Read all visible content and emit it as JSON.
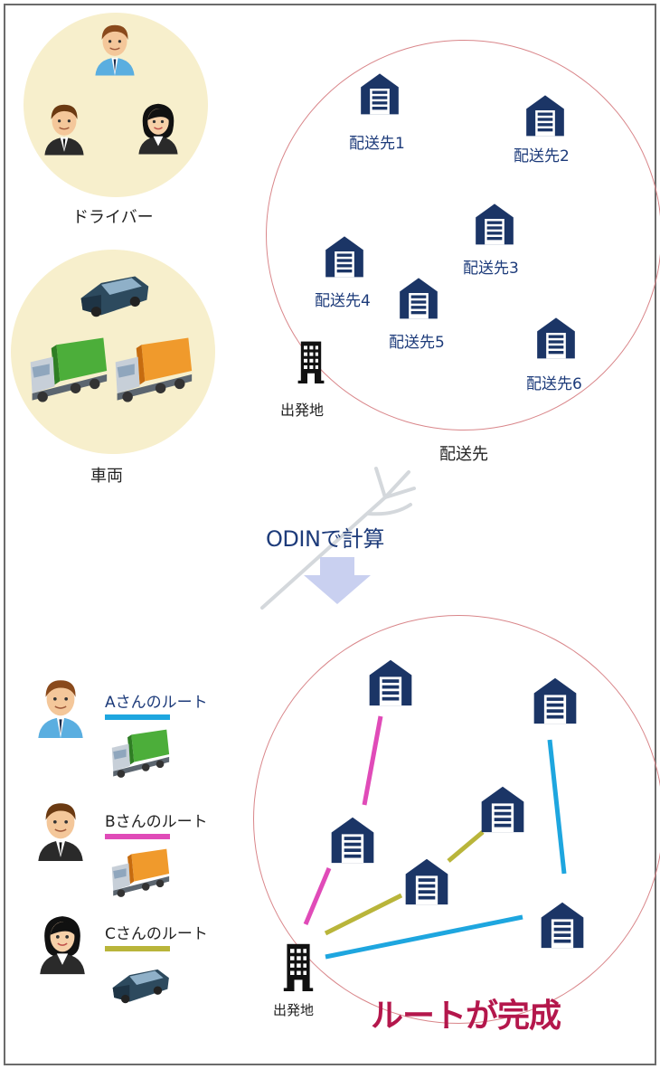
{
  "top": {
    "drivers_label": "ドライバー",
    "vehicles_label": "車両",
    "origin_label": "出発地",
    "destinations_label": "配送先",
    "destinations": [
      {
        "label": "配送先1"
      },
      {
        "label": "配送先2"
      },
      {
        "label": "配送先3"
      },
      {
        "label": "配送先4"
      },
      {
        "label": "配送先5"
      },
      {
        "label": "配送先6"
      }
    ]
  },
  "middle": {
    "calc_label": "ODINで計算"
  },
  "bottom": {
    "routes": [
      {
        "label": "Aさんのルート",
        "color": "#1ea6df",
        "label_color": "#1d3b7a"
      },
      {
        "label": "Bさんのルート",
        "color": "#e04bb8",
        "label_color": "#222222"
      },
      {
        "label": "Cさんのルート",
        "color": "#b9b53a",
        "label_color": "#222222"
      }
    ],
    "origin_label": "出発地",
    "done_label": "ルートが完成"
  },
  "colors": {
    "warehouse": "#1b3566",
    "bubble": "#f7efcc",
    "ring": "#d9868a",
    "arrow": "#c9d0f0",
    "accent_text": "#1d3b7a",
    "done_text": "#b4174c"
  },
  "icons": [
    "warehouse-icon",
    "building-icon",
    "man-icon",
    "woman-icon",
    "green-truck-icon",
    "orange-truck-icon",
    "car-icon",
    "trident-icon",
    "down-arrow-icon"
  ]
}
